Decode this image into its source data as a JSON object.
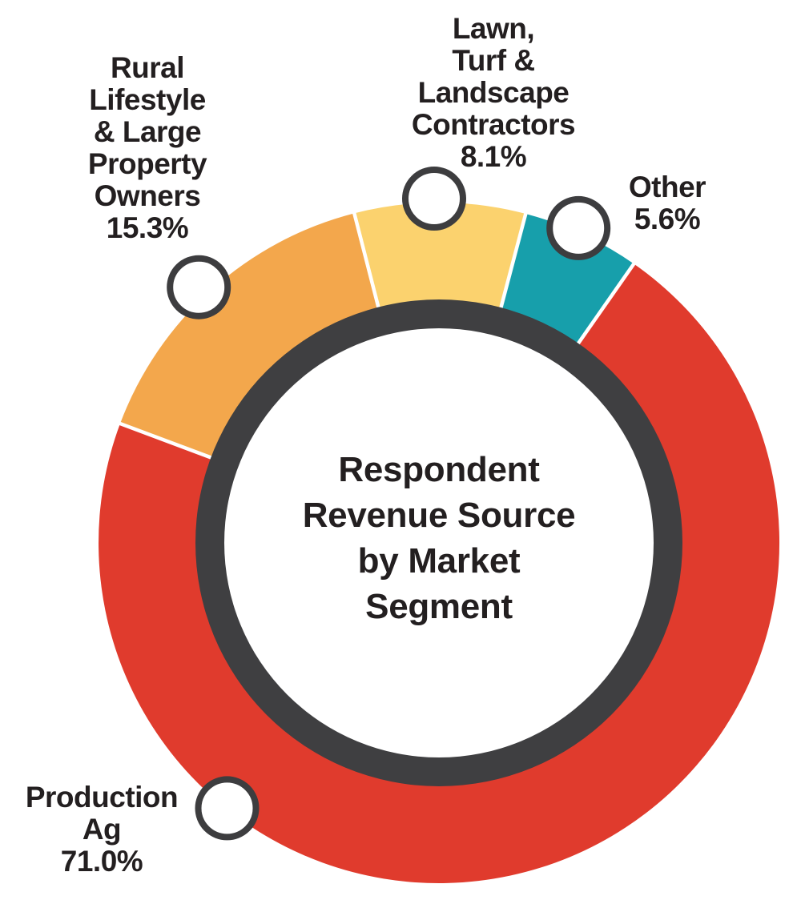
{
  "chart_data": {
    "type": "pie",
    "variant": "donut",
    "title": "Respondent Revenue Source by Market Segment",
    "title_lines": [
      "Respondent",
      "Revenue Source",
      "by Market",
      "Segment"
    ],
    "units": "%",
    "total": 100,
    "start_angle_deg": -14.4,
    "direction": "clockwise",
    "legend_position": "labels-around-chart",
    "segments": [
      {
        "id": "lawn-turf-landscape",
        "label": "Lawn, Turf & Landscape Contractors",
        "value": 8.1,
        "display": "8.1%",
        "color": "#fbd26e",
        "marker_angle_deg": -0.8,
        "marker_radius": 430
      },
      {
        "id": "other",
        "label": "Other",
        "value": 5.6,
        "display": "5.6%",
        "color": "#179fab",
        "marker_angle_deg": 23.9,
        "marker_radius": 430
      },
      {
        "id": "production-ag",
        "label": "Production Ag",
        "value": 71.0,
        "display": "71.0%",
        "color": "#e03b2d",
        "marker_angle_deg": 218.6,
        "marker_radius": 424
      },
      {
        "id": "rural-lifestyle",
        "label": "Rural Lifestyle & Large Property Owners",
        "value": 15.3,
        "display": "15.3%",
        "color": "#f3a74c",
        "marker_angle_deg": -43.2,
        "marker_radius": 438
      }
    ],
    "inner_ring_color": "#3f3f41",
    "divider_color": "#ffffff",
    "marker_style": {
      "fill": "#ffffff",
      "stroke": "#3d3d3f"
    },
    "text_color": "#231f20",
    "background_color": "#ffffff"
  },
  "labels": {
    "rural": {
      "lines": [
        "Rural",
        "Lifestyle",
        "& Large",
        "Property",
        "Owners",
        "15.3%"
      ]
    },
    "lawn": {
      "lines": [
        "Lawn,",
        "Turf &",
        "Landscape",
        "Contractors",
        "8.1%"
      ]
    },
    "other": {
      "lines": [
        "Other",
        "5.6%"
      ]
    },
    "production": {
      "lines": [
        "Production",
        "Ag",
        "71.0%"
      ]
    }
  }
}
